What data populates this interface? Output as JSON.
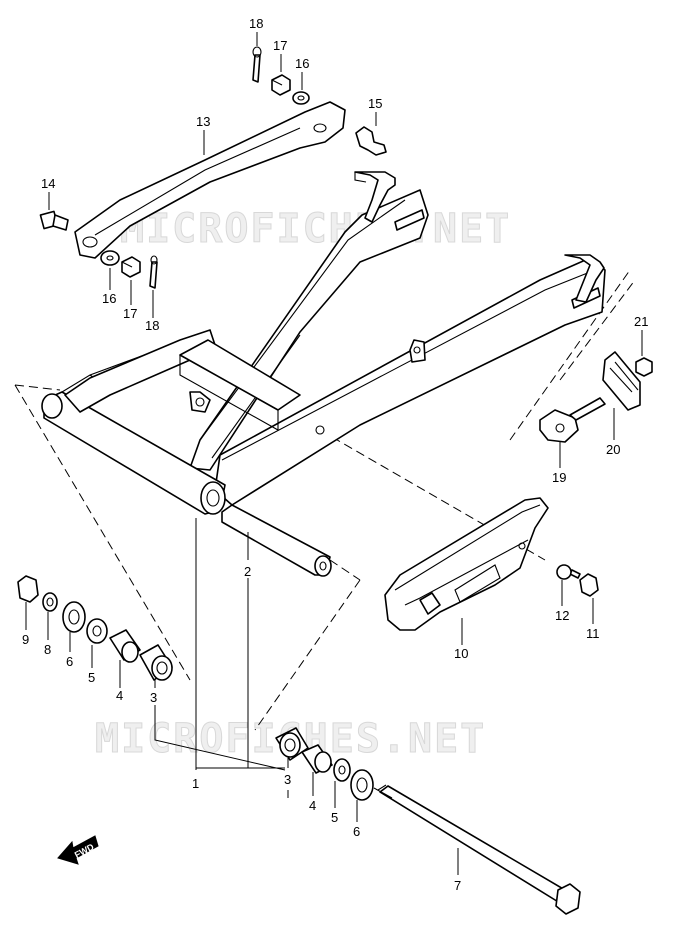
{
  "watermark": "MICROFICHES.NET",
  "fwd_label": "FWD",
  "callouts": [
    "1",
    "2",
    "3",
    "4",
    "5",
    "6",
    "7",
    "8",
    "9",
    "10",
    "11",
    "12",
    "13",
    "14",
    "15",
    "16",
    "17",
    "18",
    "19",
    "20",
    "21"
  ],
  "colors": {
    "ink": "#000000",
    "paper": "#ffffff",
    "watermark": "#d8d8d8"
  }
}
